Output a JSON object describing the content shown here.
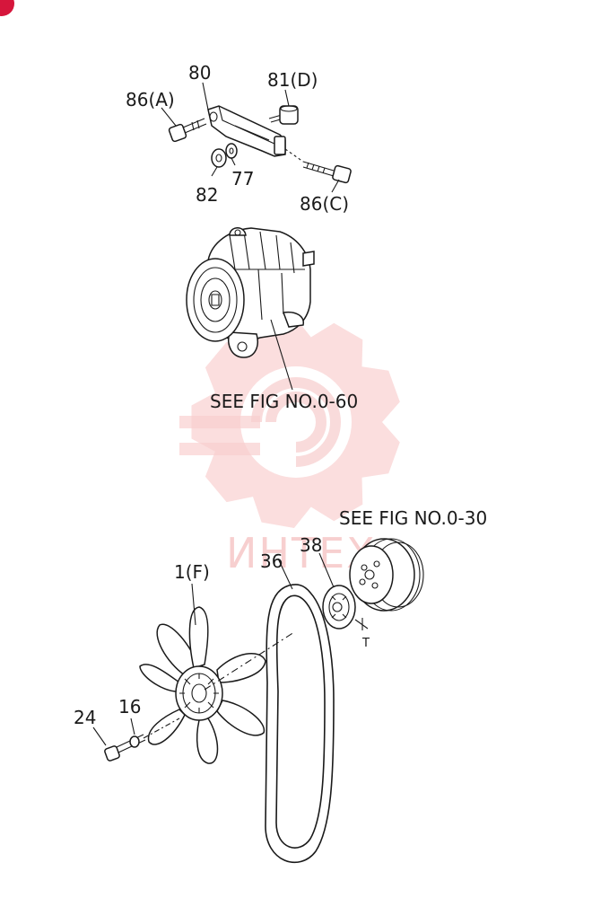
{
  "watermark": {
    "text": "ИНТЕХ",
    "color": "#f2a8a8"
  },
  "badge_color": "#d6163c",
  "labels": {
    "p80": "80",
    "p81d": "81(D)",
    "p86a": "86(A)",
    "p82": "82",
    "p77": "77",
    "p86c": "86(C)",
    "see60": "SEE FIG NO.0-60",
    "see30": "SEE FIG NO.0-30",
    "p38": "38",
    "p36": "36",
    "p1f": "1(F)",
    "p24": "24",
    "p16": "16",
    "t": "T"
  }
}
